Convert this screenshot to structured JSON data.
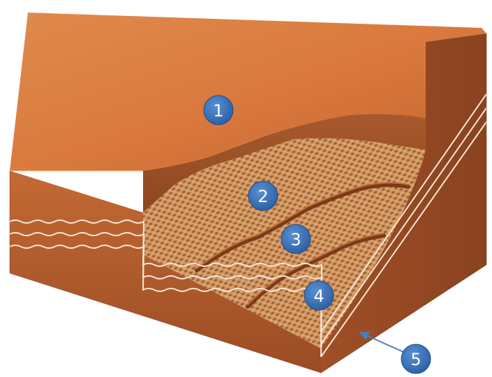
{
  "diagram": {
    "markers": [
      {
        "id": "1",
        "label": "1"
      },
      {
        "id": "2",
        "label": "2"
      },
      {
        "id": "3",
        "label": "3"
      },
      {
        "id": "4",
        "label": "4"
      },
      {
        "id": "5",
        "label": "5"
      }
    ],
    "colors": {
      "cover_top": "#d9783d",
      "cover_side": "#a8562a",
      "cover_front": "#b9602e",
      "fabric": "#c98a57",
      "fabric_weave": "#7a4020",
      "marker_fill": "#3a72b8",
      "marker_text": "#ffffff",
      "arrow": "#4a7ec0"
    }
  }
}
